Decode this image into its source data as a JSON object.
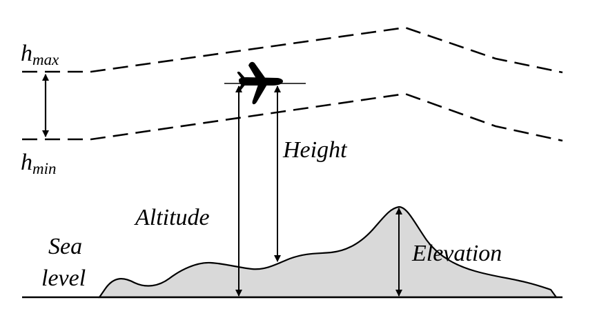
{
  "labels": {
    "h_max_base": "h",
    "h_max_sub": "max",
    "h_min_base": "h",
    "h_min_sub": "min",
    "height": "Height",
    "altitude": "Altitude",
    "sea_line1": "Sea",
    "sea_line2": "level",
    "elevation": "Elevation"
  },
  "colors": {
    "terrain_fill": "#d9d9d9",
    "stroke": "#000000"
  },
  "icons": {
    "aircraft": "airplane-icon"
  }
}
